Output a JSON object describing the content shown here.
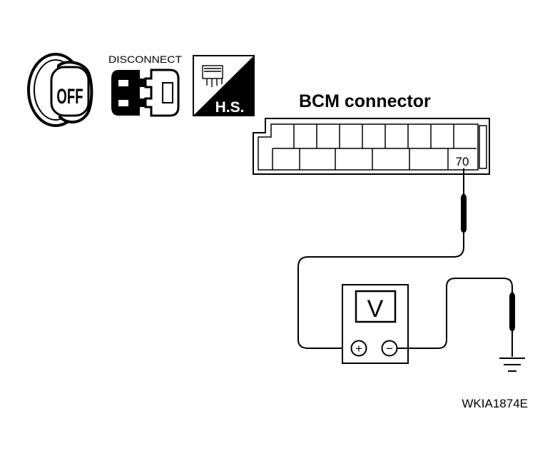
{
  "icons": {
    "ignition": {
      "icon": "ignition-key-off-icon",
      "label": "OFF"
    },
    "disconnect": {
      "icon": "connector-disconnect-icon",
      "label": "DISCONNECT"
    },
    "harness_side": {
      "icon": "harness-side-icon",
      "label": "H.S."
    }
  },
  "connector": {
    "title": "BCM connector",
    "terminal": "70"
  },
  "meter": {
    "display": "V",
    "plus": "+",
    "minus": "−"
  },
  "figure_id": "WKIA1874E",
  "colors": {
    "ink": "#000000",
    "background": "#ffffff"
  }
}
